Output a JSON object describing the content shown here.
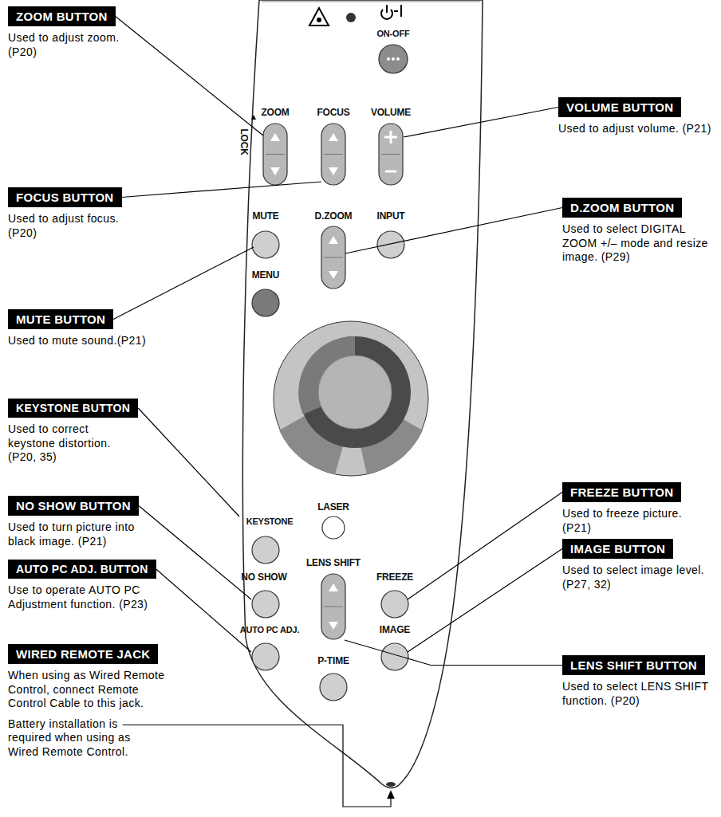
{
  "diagram": {
    "nodes": [
      {
        "text": [
          "ZOOM BUTTON",
          "Used to adjust zoom. (P20)"
        ]
      },
      {
        "text": [
          "FOCUS BUTTON",
          "Used to adjust focus. (P20)"
        ]
      },
      {
        "text": [
          "MUTE BUTTON",
          "Used to mute sound.(P21)"
        ]
      },
      {
        "text": [
          "KEYSTONE BUTTON",
          "Used to correct keystone distortion. (P20, 35)"
        ]
      },
      {
        "text": [
          "NO SHOW BUTTON",
          "Used to turn picture into black image. (P21)"
        ]
      },
      {
        "text": [
          "AUTO PC ADJ. BUTTON",
          "Use to operate AUTO PC Adjustment function. (P23)"
        ]
      },
      {
        "text": [
          "WIRED REMOTE JACK",
          "When using as Wired Remote Control, connect Remote Control Cable to this jack.",
          "Battery installation is required when using as Wired Remote Control."
        ]
      },
      {
        "text": [
          "VOLUME BUTTON",
          "Used to adjust volume. (P21)"
        ]
      },
      {
        "text": [
          "D.ZOOM BUTTON",
          "Used to select DIGITAL ZOOM +/– mode and resize image. (P29)"
        ]
      },
      {
        "text": [
          "FREEZE BUTTON",
          "Used to freeze picture. (P21)"
        ]
      },
      {
        "text": [
          "IMAGE BUTTON",
          "Used to select image level. (P27, 32)"
        ]
      },
      {
        "text": [
          "LENS SHIFT BUTTON",
          "Used to select LENS SHIFT function. (P20)"
        ]
      }
    ],
    "labels": [
      "ON-OFF",
      "ZOOM",
      "FOCUS",
      "VOLUME",
      "LOCK",
      "MUTE",
      "D.ZOOM",
      "INPUT",
      "MENU",
      "LASER",
      "KEYSTONE",
      "NO SHOW",
      "LENS SHIFT",
      "FREEZE",
      "AUTO PC ADJ.",
      "IMAGE",
      "P-TIME"
    ]
  }
}
